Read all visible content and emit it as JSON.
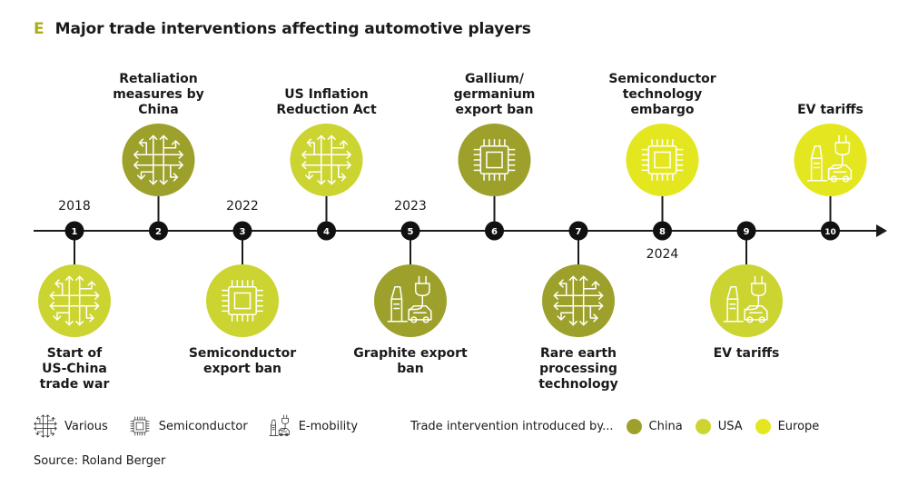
{
  "header": {
    "letter": "E",
    "title": "Major trade interventions affecting automotive players"
  },
  "colors": {
    "China": "#9da12b",
    "USA": "#cbd430",
    "Europe": "#e4e71f",
    "line": "#1a1a1a"
  },
  "events": [
    {
      "num": "1",
      "label": "Start of\nUS-China\ntrade war",
      "icon": "various-icon",
      "region": "USA",
      "side": "below",
      "year": "2018"
    },
    {
      "num": "2",
      "label": "Retaliation\nmeasures by\nChina",
      "icon": "various-icon",
      "region": "China",
      "side": "above",
      "year": ""
    },
    {
      "num": "3",
      "label": "Semiconductor\nexport ban",
      "icon": "semiconductor-icon",
      "region": "USA",
      "side": "below",
      "year": "2022"
    },
    {
      "num": "4",
      "label": "US Inflation\nReduction Act",
      "icon": "various-icon",
      "region": "USA",
      "side": "above",
      "year": ""
    },
    {
      "num": "5",
      "label": "Graphite export\nban",
      "icon": "emobility-icon",
      "region": "China",
      "side": "below",
      "year": "2023"
    },
    {
      "num": "6",
      "label": "Gallium/\ngermanium\nexport ban",
      "icon": "semiconductor-icon",
      "region": "China",
      "side": "above",
      "year": ""
    },
    {
      "num": "7",
      "label": "Rare earth\nprocessing\ntechnology",
      "icon": "various-icon",
      "region": "China",
      "side": "below",
      "year": ""
    },
    {
      "num": "8",
      "label": "Semiconductor\ntechnology\nembargo",
      "icon": "semiconductor-icon",
      "region": "Europe",
      "side": "above",
      "year": "2024"
    },
    {
      "num": "9",
      "label": "EV tariffs",
      "icon": "emobility-icon",
      "region": "USA",
      "side": "below",
      "year": ""
    },
    {
      "num": "10",
      "label": "EV tariffs",
      "icon": "emobility-icon",
      "region": "Europe",
      "side": "above",
      "year": ""
    }
  ],
  "legend": {
    "icons": [
      {
        "icon": "various-icon",
        "label": "Various"
      },
      {
        "icon": "semiconductor-icon",
        "label": "Semiconductor"
      },
      {
        "icon": "emobility-icon",
        "label": "E-mobility"
      }
    ],
    "intro": "Trade intervention introduced by...",
    "regions": [
      {
        "label": "China",
        "color": "#9da12b"
      },
      {
        "label": "USA",
        "color": "#cbd430"
      },
      {
        "label": "Europe",
        "color": "#e4e71f"
      }
    ]
  },
  "source": "Source: Roland Berger"
}
